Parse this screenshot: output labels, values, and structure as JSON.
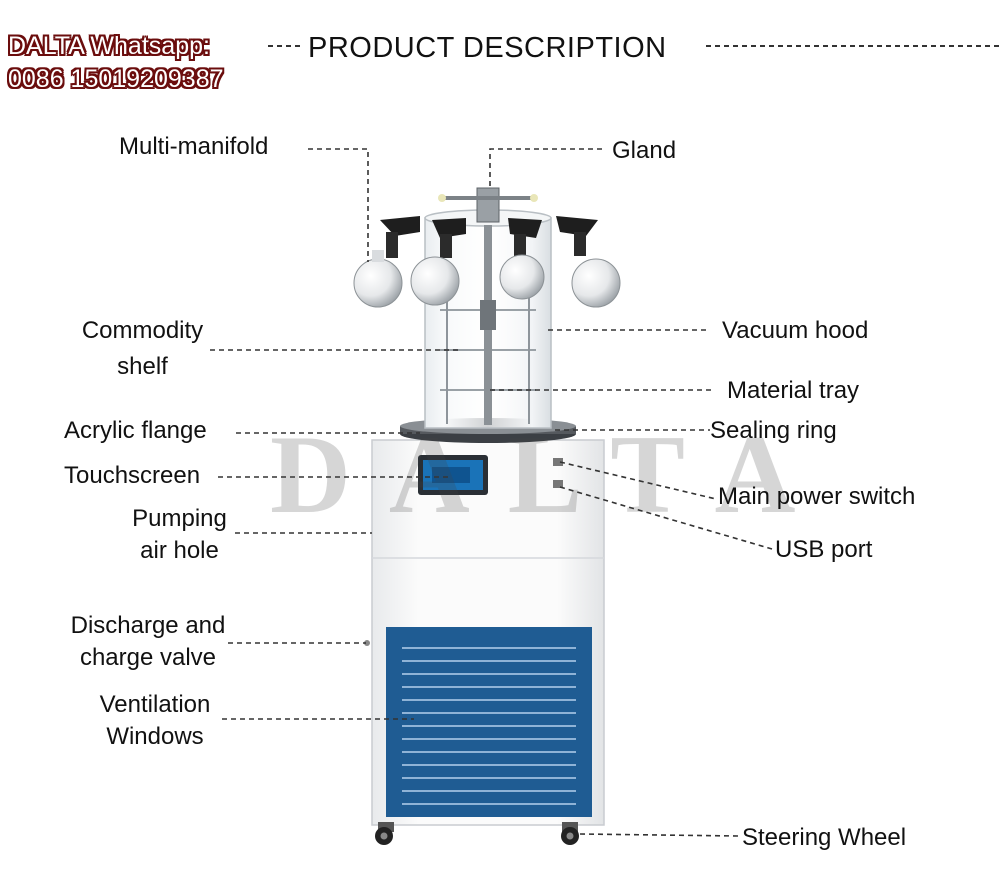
{
  "header": {
    "badge_line1": "DALTA Whatsapp:",
    "badge_line2": "0086 15019209387",
    "title": "PRODUCT DESCRIPTION",
    "watermark": "DALTA"
  },
  "labels": {
    "multi_manifold": "Multi-manifold",
    "gland": "Gland",
    "commodity_shelf_1": "Commodity",
    "commodity_shelf_2": "shelf",
    "vacuum_hood": "Vacuum hood",
    "material_tray": "Material tray",
    "acrylic_flange": "Acrylic flange",
    "sealing_ring": "Sealing ring",
    "touchscreen": "Touchscreen",
    "main_power_switch": "Main power switch",
    "pumping_air_hole_1": "Pumping",
    "pumping_air_hole_2": "air hole",
    "usb_port": "USB port",
    "discharge_valve_1": "Discharge and",
    "discharge_valve_2": "charge valve",
    "ventilation_1": "Ventilation",
    "ventilation_2": "Windows",
    "steering_wheel": "Steering Wheel"
  },
  "colors": {
    "panel_blue": "#1f5c93",
    "badge_outline": "#6b0d0d",
    "screen_blue": "#1a73b8",
    "leader": "#333333"
  }
}
